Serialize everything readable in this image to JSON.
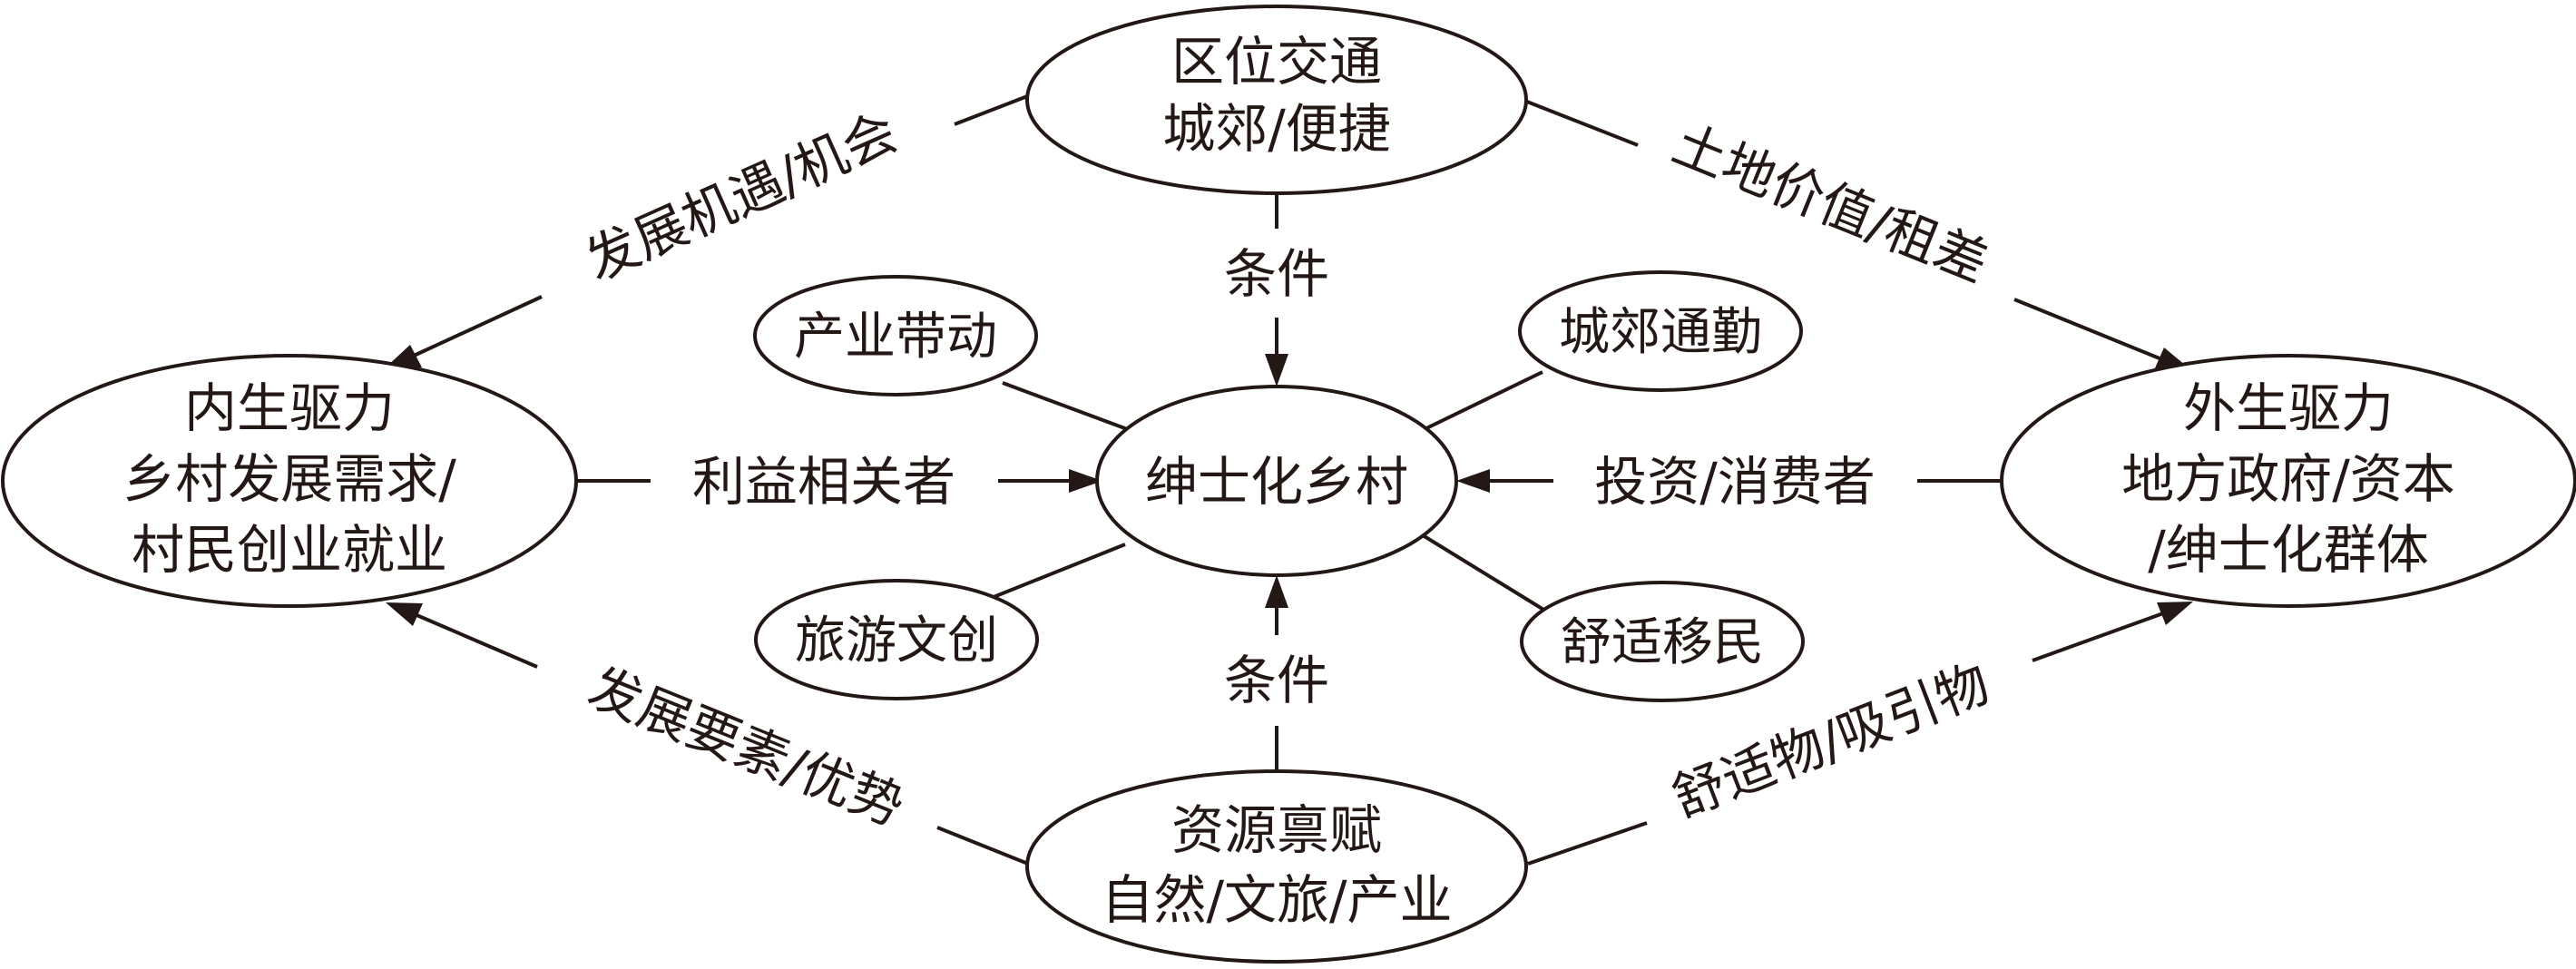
{
  "nodes": {
    "top": {
      "lines": [
        "区位交通",
        "城郊/便捷"
      ]
    },
    "left": {
      "lines": [
        "内生驱力",
        "乡村发展需求/",
        "村民创业就业"
      ]
    },
    "center": {
      "lines": [
        "绅士化乡村"
      ]
    },
    "right": {
      "lines": [
        "外生驱力",
        "地方政府/资本",
        "/绅士化群体"
      ]
    },
    "bottom": {
      "lines": [
        "资源禀赋",
        "自然/文旅/产业"
      ]
    }
  },
  "satellites": {
    "upper_left": "产业带动",
    "upper_right": "城郊通勤",
    "lower_left": "旅游文创",
    "lower_right": "舒适移民"
  },
  "edges": {
    "top_to_left": "发展机遇/机会",
    "top_to_right": "土地价值/租差",
    "top_to_center": "条件",
    "left_to_center": "利益相关者",
    "right_to_center": "投资/消费者",
    "bottom_to_center": "条件",
    "bottom_to_left": "发展要素/优势",
    "bottom_to_right": "舒适物/吸引物"
  }
}
